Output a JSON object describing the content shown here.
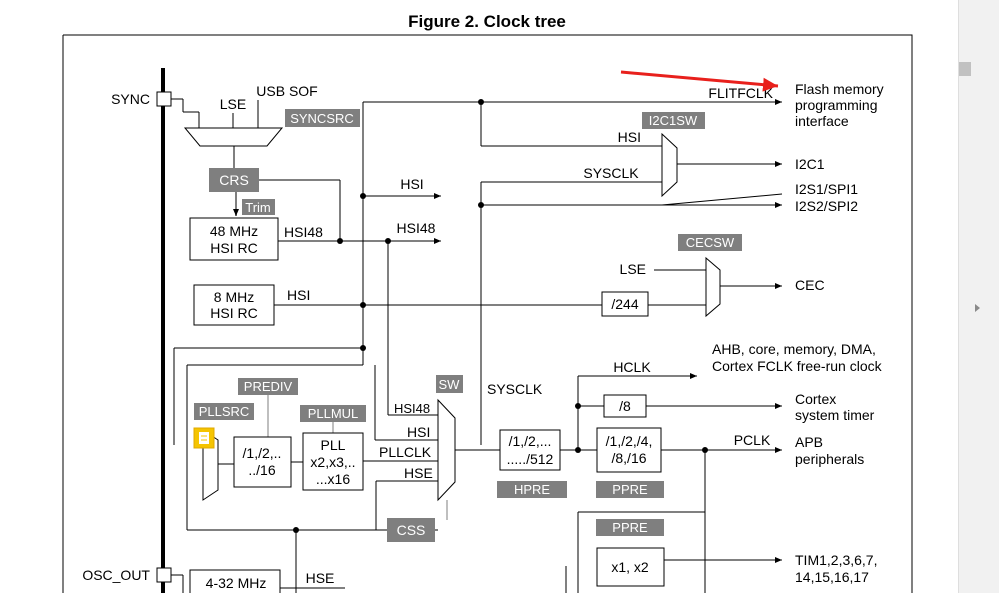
{
  "figure_title": "Figure 2. Clock tree",
  "labels": {
    "sync": "SYNC",
    "lse_top": "LSE",
    "usb_sof": "USB SOF",
    "syncsrc": "SYNCSRC",
    "crs": "CRS",
    "trim": "Trim",
    "hsi48_rc_1": "48 MHz",
    "hsi48_rc_2": "HSI RC",
    "hsi48_line": "HSI48",
    "hsi_rc_1": "8 MHz",
    "hsi_rc_2": "HSI RC",
    "hsi_line": "HSI",
    "hsi_out": "HSI",
    "hsi48_out": "HSI48",
    "flitfclk": "FLITFCLK",
    "flash_1": "Flash memory",
    "flash_2": "programming",
    "flash_3": "interface",
    "i2c1sw": "I2C1SW",
    "hsi_i2c": "HSI",
    "sysclk_i2c": "SYSCLK",
    "i2c1": "I2C1",
    "i2s1": "I2S1/SPI1",
    "i2s2": "I2S2/SPI2",
    "cecsw": "CECSW",
    "lse_cec": "LSE",
    "div244": "/244",
    "cec": "CEC",
    "ahb_1": "AHB, core, memory, DMA,",
    "ahb_2": "Cortex FCLK free-run clock",
    "hclk": "HCLK",
    "div8": "/8",
    "cortex_1": "Cortex",
    "cortex_2": "system timer",
    "prediv": "PREDIV",
    "pllsrc": "PLLSRC",
    "pllmul": "PLLMUL",
    "sw": "SW",
    "sysclk_main": "SYSCLK",
    "prediv_box_1": "/1,/2,..",
    "prediv_box_2": "../16",
    "pll_1": "PLL",
    "pll_2": "x2,x3,..",
    "pll_3": "...x16",
    "sw_hsi48": "HSI48",
    "sw_hsi": "HSI",
    "sw_pllclk": "PLLCLK",
    "sw_hse": "HSE",
    "hpre_box_1": "/1,/2,...",
    "hpre_box_2": "...../512",
    "ppre_box_1": "/1,/2,/4,",
    "ppre_box_2": "/8,/16",
    "pclk": "PCLK",
    "apb_1": "APB",
    "apb_2": "peripherals",
    "hpre": "HPRE",
    "ppre": "PPRE",
    "css": "CSS",
    "ppre_2": "PPRE",
    "x1x2": "x1, x2",
    "tim_1": "TIM1,2,3,6,7,",
    "tim_2": "14,15,16,17",
    "osc_out": "OSC_OUT",
    "hse_rc": "4-32 MHz",
    "hse_line": "HSE"
  },
  "colors": {
    "tag_bg": "#7f7f7f",
    "tag_text": "#ffffff",
    "line": "#000000",
    "annotation_arrow": "#e8201c",
    "note_icon": "#f5c400"
  }
}
